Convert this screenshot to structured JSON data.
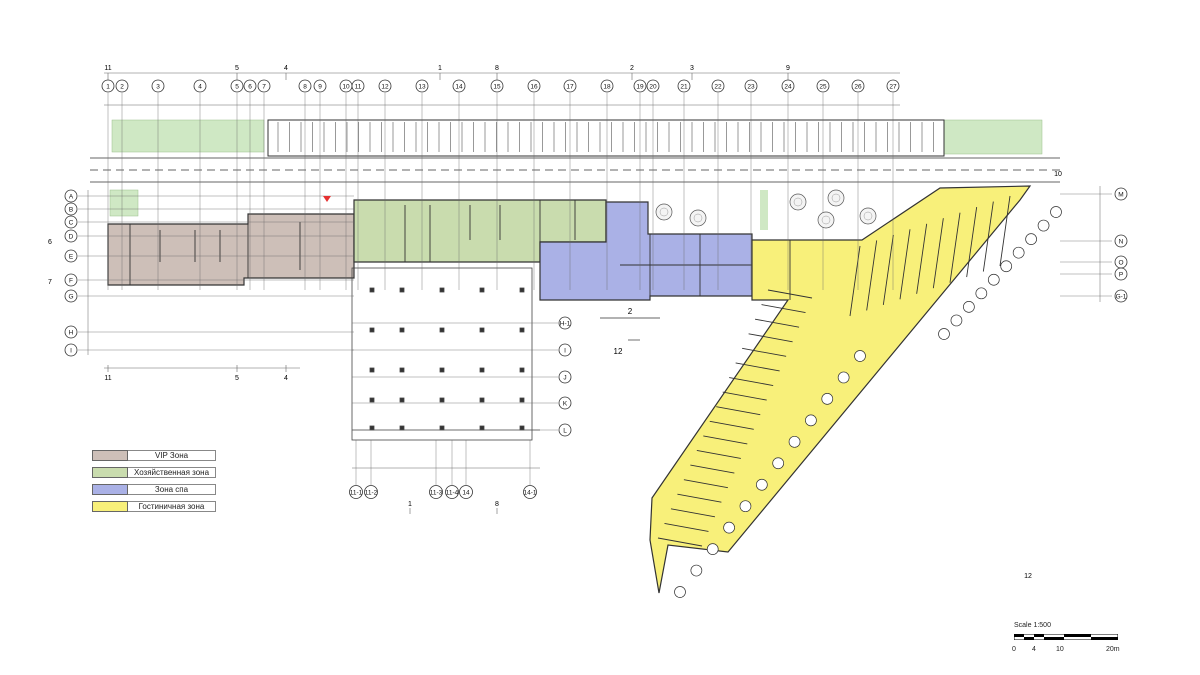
{
  "zones": {
    "vip": {
      "label": "VIP Зона",
      "color": "#cdbfb8"
    },
    "service": {
      "label": "Хозяйственная зона",
      "color": "#c9dcae"
    },
    "spa": {
      "label": "Зона спа",
      "color": "#aab1e6"
    },
    "hotel": {
      "label": "Гостиничная зона",
      "color": "#f8f07a"
    }
  },
  "colors": {
    "grass": "#cfe8c4",
    "line": "#333333"
  },
  "scale": {
    "title": "Scale   1:500",
    "ticks": [
      "0",
      "4",
      "10",
      "20m"
    ]
  },
  "grid_top": [
    "1",
    "2",
    "3",
    "4",
    "5",
    "6",
    "7",
    "8",
    "9",
    "10",
    "11",
    "12",
    "13",
    "14",
    "15",
    "16",
    "17",
    "18",
    "19",
    "20",
    "21",
    "22",
    "23",
    "24",
    "25",
    "26",
    "27"
  ],
  "grid_top_ext": [
    "11",
    "5",
    "4",
    "1",
    "8",
    "2",
    "3",
    "9"
  ],
  "grid_left": [
    "A",
    "B",
    "C",
    "D",
    "E",
    "F",
    "G",
    "H",
    "I"
  ],
  "grid_left_nums": [
    "6",
    "7"
  ],
  "grid_bottom": [
    "11",
    "5",
    "4"
  ],
  "grid_lower": [
    "H-1",
    "I",
    "J",
    "K",
    "L"
  ],
  "grid_lower_bottom": [
    "11-1",
    "11-2",
    "11-3",
    "11-4",
    "14",
    "14-1"
  ],
  "grid_lower_mid": [
    "1",
    "8"
  ],
  "grid_right": [
    "M",
    "N",
    "O",
    "P",
    "G-1"
  ],
  "grid_wing": [
    "10",
    "12"
  ],
  "axis_marks": [
    "2",
    "12"
  ]
}
